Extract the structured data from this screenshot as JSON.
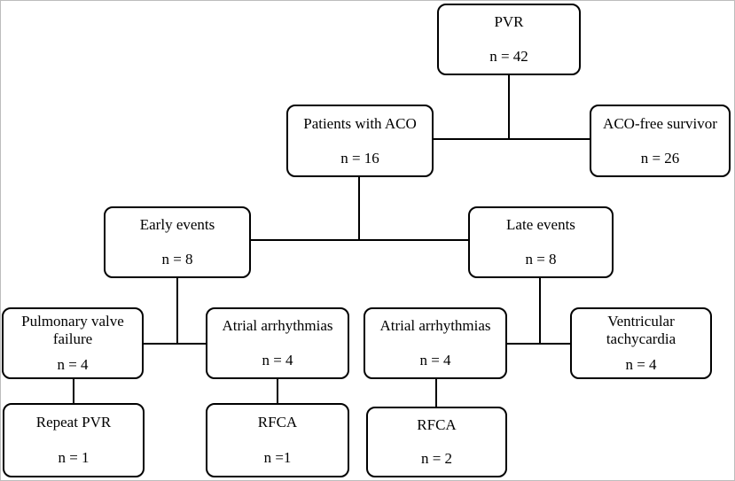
{
  "diagram": {
    "pvr": {
      "label": "PVR",
      "n": "n = 42"
    },
    "aco": {
      "label": "Patients with ACO",
      "n": "n = 16"
    },
    "aco_free": {
      "label": "ACO-free survivor",
      "n": "n = 26"
    },
    "early": {
      "label": "Early events",
      "n": "n = 8"
    },
    "late": {
      "label": "Late events",
      "n": "n = 8"
    },
    "pv_failure": {
      "label_line1": "Pulmonary valve",
      "label_line2": "failure",
      "n": "n = 4"
    },
    "early_atrial": {
      "label": "Atrial arrhythmias",
      "n": "n = 4"
    },
    "late_atrial": {
      "label": "Atrial arrhythmias",
      "n": "n = 4"
    },
    "vt": {
      "label_line1": "Ventricular",
      "label_line2": "tachycardia",
      "n": "n = 4"
    },
    "repeat_pvr": {
      "label": "Repeat PVR",
      "n": "n = 1"
    },
    "early_rfca": {
      "label": "RFCA",
      "n": "n =1"
    },
    "late_rfca": {
      "label": "RFCA",
      "n": "n = 2"
    }
  }
}
